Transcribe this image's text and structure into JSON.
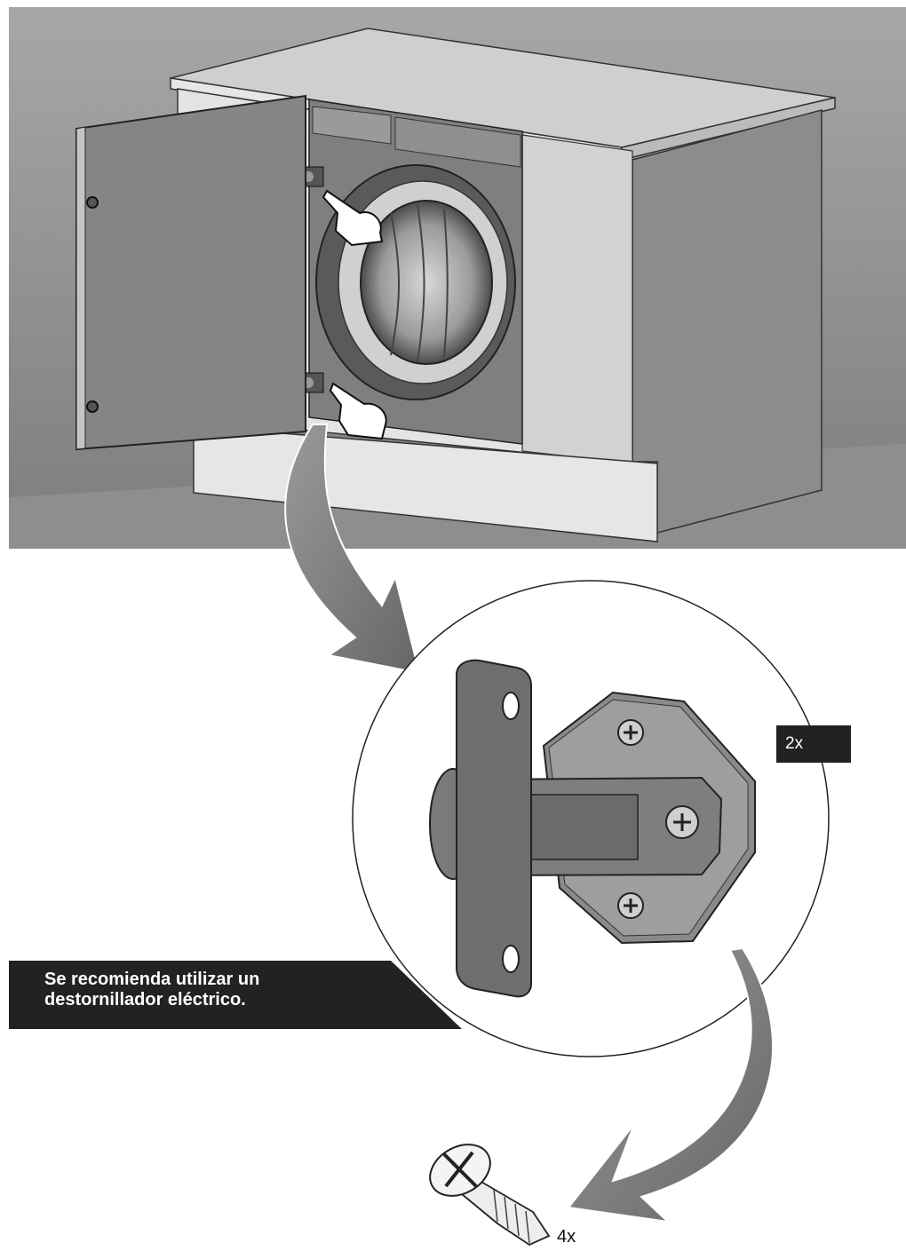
{
  "scene": {
    "step_top": "cabinet-with-built-in-washing-machine",
    "step_detail": "hinge-detail",
    "step_part": "screw"
  },
  "labels": {
    "hinge_quantity": "2x",
    "tip_line1": "Se recomienda utilizar un",
    "tip_line2": "destornillador eléctrico.",
    "screw_quantity": "4x"
  },
  "colors": {
    "background_gray": "#8a8a8a",
    "label_background": "#222222",
    "arrow_gray": "#7a7a7a"
  }
}
